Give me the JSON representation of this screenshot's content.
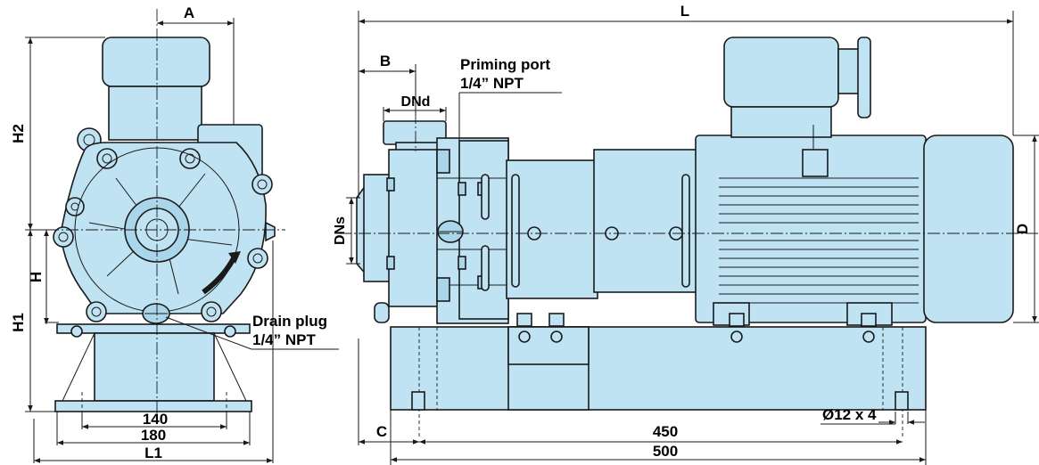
{
  "dimensions": {
    "A": "A",
    "H2": "H2",
    "H": "H",
    "H1": "H1",
    "L1": "L1",
    "L": "L",
    "B": "B",
    "C": "C",
    "D": "D",
    "DNd": "DNd",
    "DNs": "DNs",
    "w140": "140",
    "w180": "180",
    "w450": "450",
    "w500": "500",
    "holes": "Ø12 x 4"
  },
  "callouts": {
    "priming_line1": "Priming port",
    "priming_line2": "1/4” NPT",
    "drain_line1": "Drain plug",
    "drain_line2": "1/4” NPT"
  },
  "colors": {
    "body": "#bfe3f2",
    "line": "#1a1a1a",
    "background": "#ffffff"
  }
}
